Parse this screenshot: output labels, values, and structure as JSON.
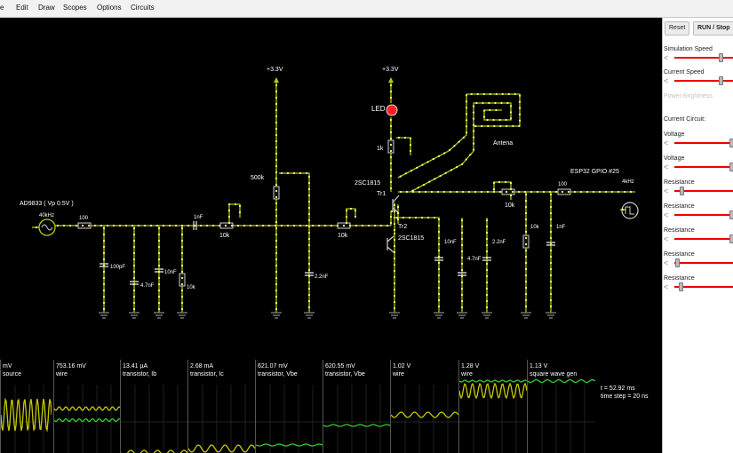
{
  "menu": {
    "file": "e",
    "edit": "Edit",
    "draw": "Draw",
    "scopes": "Scopes",
    "options": "Options",
    "circuits": "Circuits"
  },
  "circuit": {
    "supply_left": "+3.3V",
    "supply_right": "+3.3V",
    "led": "LED",
    "r_led": "1k",
    "antenna": "Antena",
    "source_name": "AD9833 ( Vp 0.5V )",
    "source_freq": "40kHz",
    "r_in": "100",
    "c_100pf": "100pF",
    "c_4_7nf_a": "4.7nF",
    "c_10nf_a": "10nF",
    "r_10k_a": "10k",
    "c_1nf_coupling": "1nF",
    "pot_10k_a": "10k",
    "pot_500k": "500k",
    "c_2_2nf_a": "2.2nF",
    "pot_10k_b": "10k",
    "tr1_type": "2SC1815",
    "tr1_name": "Tr1",
    "tr2_type": "2SC1815",
    "tr2_name": "Tr2",
    "c_10nf_b": "10nF",
    "c_4_7nf_b": "4.7nF",
    "c_2_2nf_b": "2.2nF",
    "pot_10k_c": "10k",
    "r_10k_b": "10k",
    "c_1nf_out": "1nF",
    "r_out": "100",
    "gpio": "ESP32 GPIO #25",
    "out_freq": "4kHz"
  },
  "scopes": [
    {
      "value": "mV",
      "name": "source"
    },
    {
      "value": "753.16 mV",
      "name": "wire"
    },
    {
      "value": "13.41 µA",
      "name": "transistor, Ib"
    },
    {
      "value": "2.68 mA",
      "name": "transistor, Ic"
    },
    {
      "value": "621.07 mV",
      "name": "transistor, Vbe"
    },
    {
      "value": "620.55 mV",
      "name": "transistor, Vbe"
    },
    {
      "value": "1.02 V",
      "name": "wire"
    },
    {
      "value": "1.28 V",
      "name": "wire"
    },
    {
      "value": "1.13 V",
      "name": "square wave gen"
    }
  ],
  "sim_time": "t = 52.92 ms",
  "time_step": "time step = 20 ns",
  "panel": {
    "reset": "Reset",
    "run_stop": "RUN / Stop",
    "sim_speed_label": "Simulation Speed",
    "sim_speed": 0.8,
    "current_speed_label": "Current Speed",
    "current_speed": 0.8,
    "power_brightness_label": "Power Brightness",
    "current_circuit_label": "Current Circuit:",
    "sliders": [
      {
        "label": "Voltage",
        "value": 1.0
      },
      {
        "label": "Voltage",
        "value": 1.0
      },
      {
        "label": "Resistance",
        "value": 0.1
      },
      {
        "label": "Resistance",
        "value": 1.0
      },
      {
        "label": "Resistance",
        "value": 1.0
      },
      {
        "label": "Resistance",
        "value": 0.02
      },
      {
        "label": "Resistance",
        "value": 0.08
      }
    ]
  },
  "colors": {
    "wire": "#b7c900",
    "current_dot": "#ffff80",
    "ground_wire": "#7a7a7a",
    "led": "#ff2020",
    "scope_trace_yellow": "#c8c800",
    "scope_trace_green": "#33cc33",
    "slider_track": "#ee0000"
  }
}
